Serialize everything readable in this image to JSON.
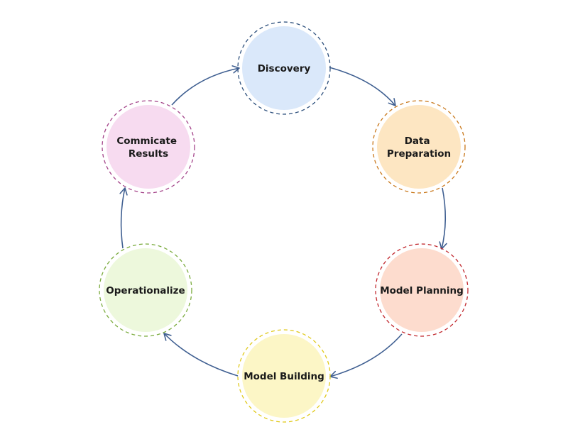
{
  "diagram": {
    "nodes": [
      {
        "id": "discovery",
        "lines": [
          "Discovery"
        ],
        "fill": "#dae8fa",
        "border": "#2c4f7c"
      },
      {
        "id": "data-prep",
        "lines": [
          "Data",
          "Preparation"
        ],
        "fill": "#fde6c2",
        "border": "#c9781b"
      },
      {
        "id": "model-plan",
        "lines": [
          "Model Planning"
        ],
        "fill": "#fddcce",
        "border": "#c1272d"
      },
      {
        "id": "model-build",
        "lines": [
          "Model Building"
        ],
        "fill": "#fcf6c6",
        "border": "#e0c91a"
      },
      {
        "id": "operational",
        "lines": [
          "Operationalize"
        ],
        "fill": "#edf8dc",
        "border": "#7aab3d"
      },
      {
        "id": "communicate",
        "lines": [
          "Commicate",
          "Results"
        ],
        "fill": "#f7dbf0",
        "border": "#a4448a"
      }
    ],
    "edge_color": "#3f5f91"
  }
}
